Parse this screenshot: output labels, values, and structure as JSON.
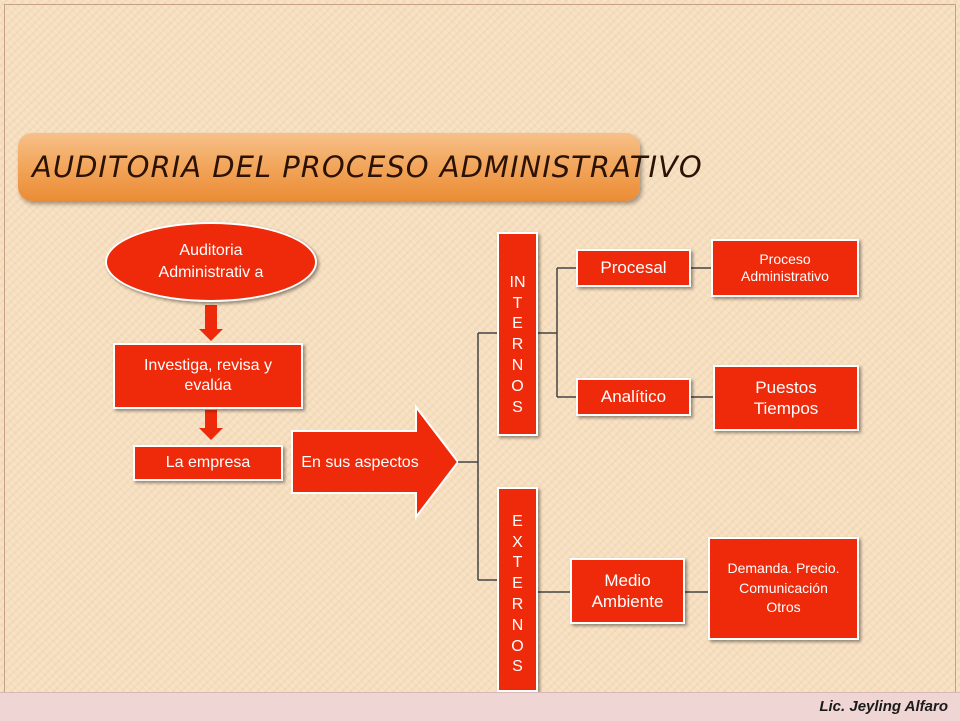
{
  "title": "AUDITORIA DEL PROCESO ADMINISTRATIVO",
  "nodes": {
    "auditoria": "Auditoria Administrativ a",
    "investiga": "Investiga, revisa y evalúa",
    "empresa": "La empresa",
    "aspectos": "En sus aspectos",
    "internos": "IN\nT\nE\nR\nN\nO\nS",
    "externos": "E\nX\nT\nE\nR\nN\nO\nS",
    "procesal": "Procesal",
    "analitico": "Analítico",
    "medio": "Medio Ambiente",
    "proceso_admin": "Proceso Administrativo",
    "puestos": "Puestos Tiempos",
    "demanda": "Demanda. Precio. Comunicación Otros"
  },
  "footer": "Lic. Jeyling Alfaro",
  "colors": {
    "box_fill": "#ee2a0a",
    "box_border": "#ffffff",
    "title_bar": "#f2a65c",
    "background": "#f6dfbf",
    "connector": "#444444"
  }
}
